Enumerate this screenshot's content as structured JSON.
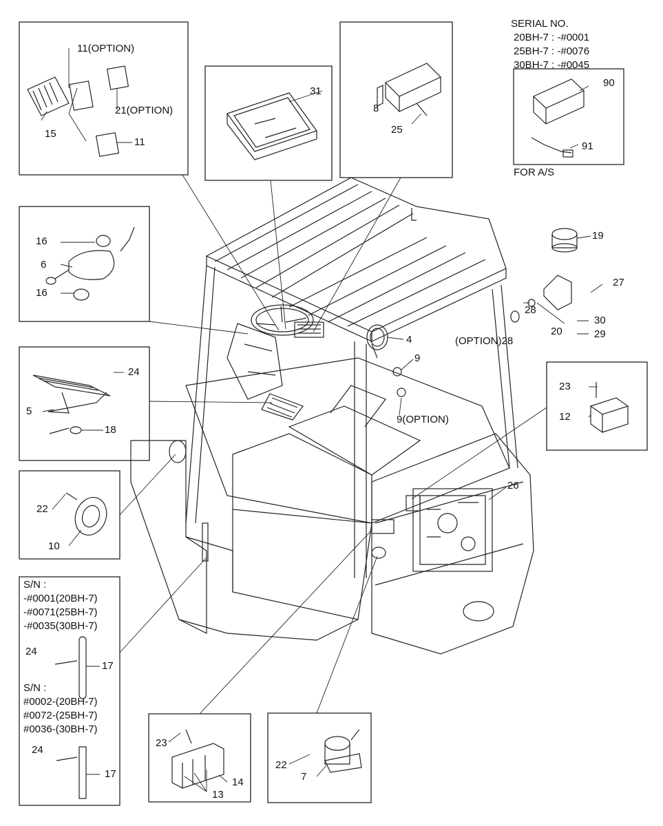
{
  "serial_block": {
    "title": "SERIAL NO.",
    "lines": [
      "20BH-7 : -#0001",
      "25BH-7 : -#0076",
      "30BH-7 : -#0045"
    ],
    "footer": "FOR A/S"
  },
  "sn_block": {
    "header1": "S/N :",
    "group1": [
      "-#0001(20BH-7)",
      "-#0071(25BH-7)",
      "-#0035(30BH-7)"
    ],
    "header2": "S/N :",
    "group2": [
      "#0002-(20BH-7)",
      "#0072-(25BH-7)",
      "#0036-(30BH-7)"
    ]
  },
  "callouts": {
    "p11_option": "11(OPTION)",
    "p21_option": "21(OPTION)",
    "p15": "15",
    "p11": "11",
    "p31": "31",
    "p8": "8",
    "p25": "25",
    "p90": "90",
    "p91": "91",
    "p16a": "16",
    "p6": "6",
    "p16b": "16",
    "p19": "19",
    "p27": "27",
    "p28": "28",
    "p30": "30",
    "p20": "20",
    "p29": "29",
    "p28_option": "(OPTION)28",
    "p4": "4",
    "p9": "9",
    "p9_option": "9(OPTION)",
    "p24a": "24",
    "p5": "5",
    "p18": "18",
    "p23a": "23",
    "p12": "12",
    "p26": "26",
    "p22a": "22",
    "p10": "10",
    "p24b": "24",
    "p17a": "17",
    "p24c": "24",
    "p17b": "17",
    "p23b": "23",
    "p14": "14",
    "p13": "13",
    "p22b": "22",
    "p7": "7"
  }
}
